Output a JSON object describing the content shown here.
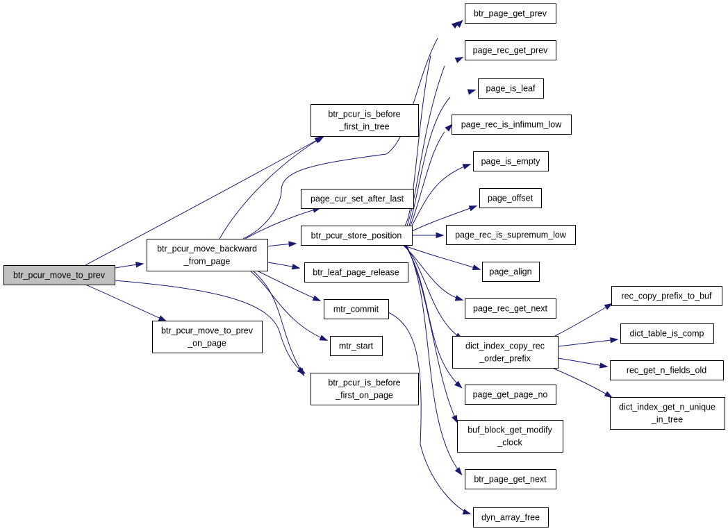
{
  "graph": {
    "colors": {
      "edge": "#191970",
      "root_fill": "#bfbfbf",
      "node_fill": "#ffffff",
      "border": "#000000"
    },
    "nodes": {
      "n0": {
        "lines": [
          "btr_pcur_move_to_prev"
        ],
        "root": true
      },
      "n1": {
        "lines": [
          "btr_pcur_is_before",
          "_first_in_tree"
        ]
      },
      "n2": {
        "lines": [
          "btr_pcur_move_backward",
          "_from_page"
        ]
      },
      "n3": {
        "lines": [
          "btr_pcur_move_to_prev",
          "_on_page"
        ]
      },
      "n4": {
        "lines": [
          "btr_pcur_is_before",
          "_first_on_page"
        ]
      },
      "n5": {
        "lines": [
          "page_cur_set_after_last"
        ]
      },
      "n6": {
        "lines": [
          "btr_pcur_store_position"
        ]
      },
      "n7": {
        "lines": [
          "btr_leaf_page_release"
        ]
      },
      "n8": {
        "lines": [
          "mtr_commit"
        ]
      },
      "n9": {
        "lines": [
          "mtr_start"
        ]
      },
      "n10": {
        "lines": [
          "btr_page_get_prev"
        ]
      },
      "n11": {
        "lines": [
          "page_rec_get_prev"
        ]
      },
      "n12": {
        "lines": [
          "page_is_leaf"
        ]
      },
      "n13": {
        "lines": [
          "page_rec_is_infimum_low"
        ]
      },
      "n14": {
        "lines": [
          "page_is_empty"
        ]
      },
      "n15": {
        "lines": [
          "page_offset"
        ]
      },
      "n16": {
        "lines": [
          "page_rec_is_supremum_low"
        ]
      },
      "n17": {
        "lines": [
          "page_align"
        ]
      },
      "n18": {
        "lines": [
          "page_rec_get_next"
        ]
      },
      "n19": {
        "lines": [
          "dict_index_copy_rec",
          "_order_prefix"
        ]
      },
      "n20": {
        "lines": [
          "page_get_page_no"
        ]
      },
      "n21": {
        "lines": [
          "buf_block_get_modify",
          "_clock"
        ]
      },
      "n22": {
        "lines": [
          "btr_page_get_next"
        ]
      },
      "n23": {
        "lines": [
          "dyn_array_free"
        ]
      },
      "n24": {
        "lines": [
          "rec_copy_prefix_to_buf"
        ]
      },
      "n25": {
        "lines": [
          "dict_table_is_comp"
        ]
      },
      "n26": {
        "lines": [
          "rec_get_n_fields_old"
        ]
      },
      "n27": {
        "lines": [
          "dict_index_get_n_unique",
          "_in_tree"
        ]
      }
    },
    "edges": [
      [
        "n0",
        "n1"
      ],
      [
        "n0",
        "n2"
      ],
      [
        "n0",
        "n3"
      ],
      [
        "n0",
        "n4"
      ],
      [
        "n2",
        "n1"
      ],
      [
        "n2",
        "n4"
      ],
      [
        "n2",
        "n5"
      ],
      [
        "n2",
        "n6"
      ],
      [
        "n2",
        "n7"
      ],
      [
        "n2",
        "n8"
      ],
      [
        "n2",
        "n9"
      ],
      [
        "n2",
        "n10"
      ],
      [
        "n6",
        "n10"
      ],
      [
        "n6",
        "n11"
      ],
      [
        "n6",
        "n12"
      ],
      [
        "n6",
        "n13"
      ],
      [
        "n6",
        "n14"
      ],
      [
        "n6",
        "n15"
      ],
      [
        "n6",
        "n16"
      ],
      [
        "n6",
        "n17"
      ],
      [
        "n6",
        "n18"
      ],
      [
        "n6",
        "n19"
      ],
      [
        "n6",
        "n20"
      ],
      [
        "n6",
        "n21"
      ],
      [
        "n6",
        "n22"
      ],
      [
        "n8",
        "n23"
      ],
      [
        "n19",
        "n24"
      ],
      [
        "n19",
        "n25"
      ],
      [
        "n19",
        "n26"
      ],
      [
        "n19",
        "n27"
      ]
    ]
  }
}
